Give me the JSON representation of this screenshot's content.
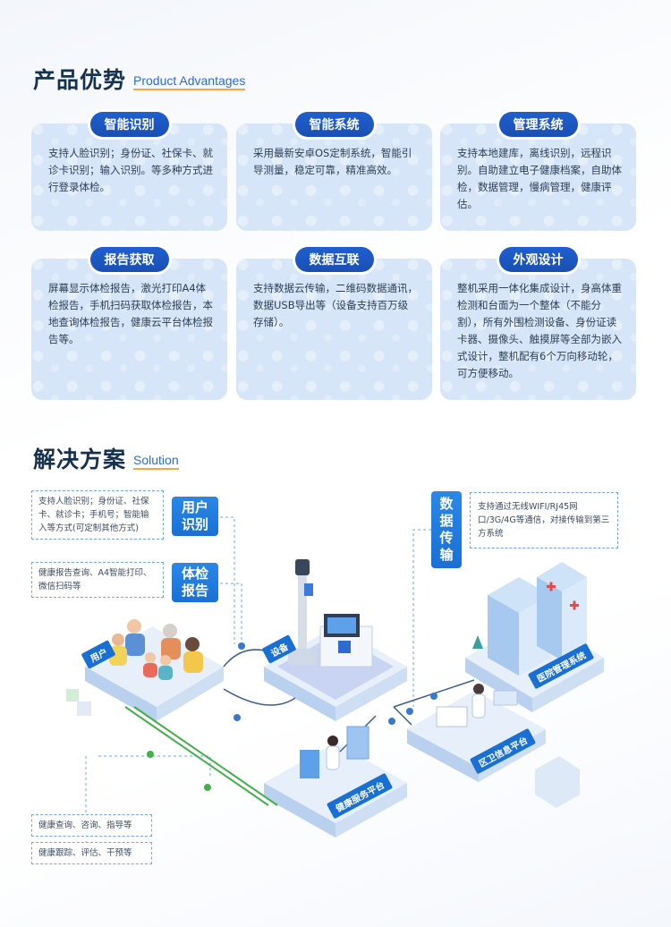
{
  "advantages": {
    "title_cn": "产品优势",
    "title_en": "Product Advantages",
    "cards": [
      {
        "tag": "智能识别",
        "text": "支持人脸识别；身份证、社保卡、就诊卡识别；输入识别。等多种方式进行登录体检。"
      },
      {
        "tag": "智能系统",
        "text": "采用最新安卓OS定制系统，智能引导测量，稳定可靠，精准高效。"
      },
      {
        "tag": "管理系统",
        "text": "支持本地建库，离线识别，远程识别。自助建立电子健康档案，自助体检，数据管理，慢病管理，健康评估。"
      },
      {
        "tag": "报告获取",
        "text": "屏幕显示体检报告，激光打印A4体检报告，手机扫码获取体检报告，本地查询体检报告，健康云平台体检报告等。"
      },
      {
        "tag": "数据互联",
        "text": "支持数据云传输，二维码数据通讯，数据USB导出等（设备支持百万级存储）。"
      },
      {
        "tag": "外观设计",
        "text": "整机采用一体化集成设计，身高体重检测和台面为一个整体（不能分割），所有外围检测设备、身份证读卡器、摄像头、触摸屏等全部为嵌入式设计，整机配有6个万向移动轮，可方便移动。"
      }
    ]
  },
  "solution": {
    "title_cn": "解决方案",
    "title_en": "Solution",
    "notes": {
      "user_id": "支持人脸识别；身份证、社保卡、就诊卡；手机号；智能输入等方式(可定制其他方式)",
      "report": "健康报告查询、A4智能打印、微信扫码等",
      "data": "支持通过无线WIFI/RJ45网口/3G/4G等通信，对接传输到第三方系统",
      "health_query": "健康查询、咨询、指导等",
      "health_track": "健康跟踪、评估、干预等"
    },
    "labels": {
      "user_id_l1": "用户",
      "user_id_l2": "识别",
      "report_l1": "体检",
      "report_l2": "报告",
      "data_v": [
        "数",
        "据",
        "传",
        "输"
      ]
    },
    "platforms": {
      "user": "用户",
      "device": "设备",
      "hospital": "医院管理系统",
      "community": "区卫信息平台",
      "health": "健康服务平台"
    }
  }
}
